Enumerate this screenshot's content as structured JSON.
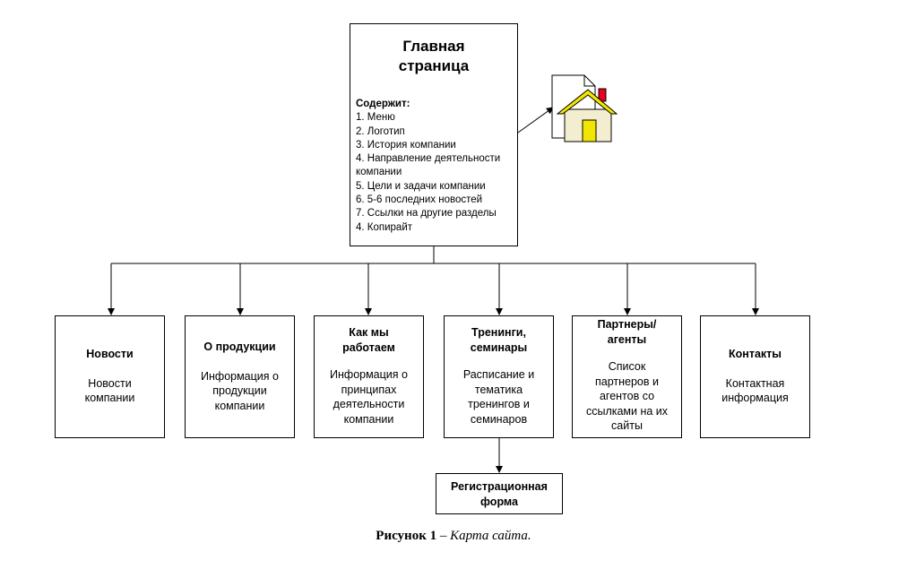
{
  "main": {
    "title_line1": "Главная",
    "title_line2": "страница",
    "contains_label": "Содержит:",
    "items": [
      "1. Меню",
      "2. Логотип",
      "3. История компании",
      "4. Направление деятельности компании",
      "5. Цели и задачи компании",
      "6. 5-6 последних новостей",
      "7. Ссылки на другие разделы",
      "4. Копирайт"
    ]
  },
  "children": [
    {
      "title": "Новости",
      "desc": "Новости компании"
    },
    {
      "title": "О продукции",
      "desc": "Информация о продукции компании"
    },
    {
      "title": "Как мы работаем",
      "desc": "Информация о принципах деятельности компании"
    },
    {
      "title": "Тренинги, семинары",
      "desc": "Расписание и тематика тренингов и семинаров"
    },
    {
      "title": "Партнеры/ агенты",
      "desc": "Список партнеров и агентов со ссылками на их сайты"
    },
    {
      "title": "Контакты",
      "desc": "Контактная информация"
    }
  ],
  "registration": {
    "label": "Регистрационная форма"
  },
  "caption": {
    "label": "Рисунок 1",
    "separator": "–",
    "text": "Карта сайта."
  },
  "icons": {
    "home": "home-page-icon"
  },
  "colors": {
    "house_roof": "#f2e600",
    "house_chimney": "#e8001c",
    "house_door": "#f2e600",
    "house_body": "#f2eecf"
  }
}
